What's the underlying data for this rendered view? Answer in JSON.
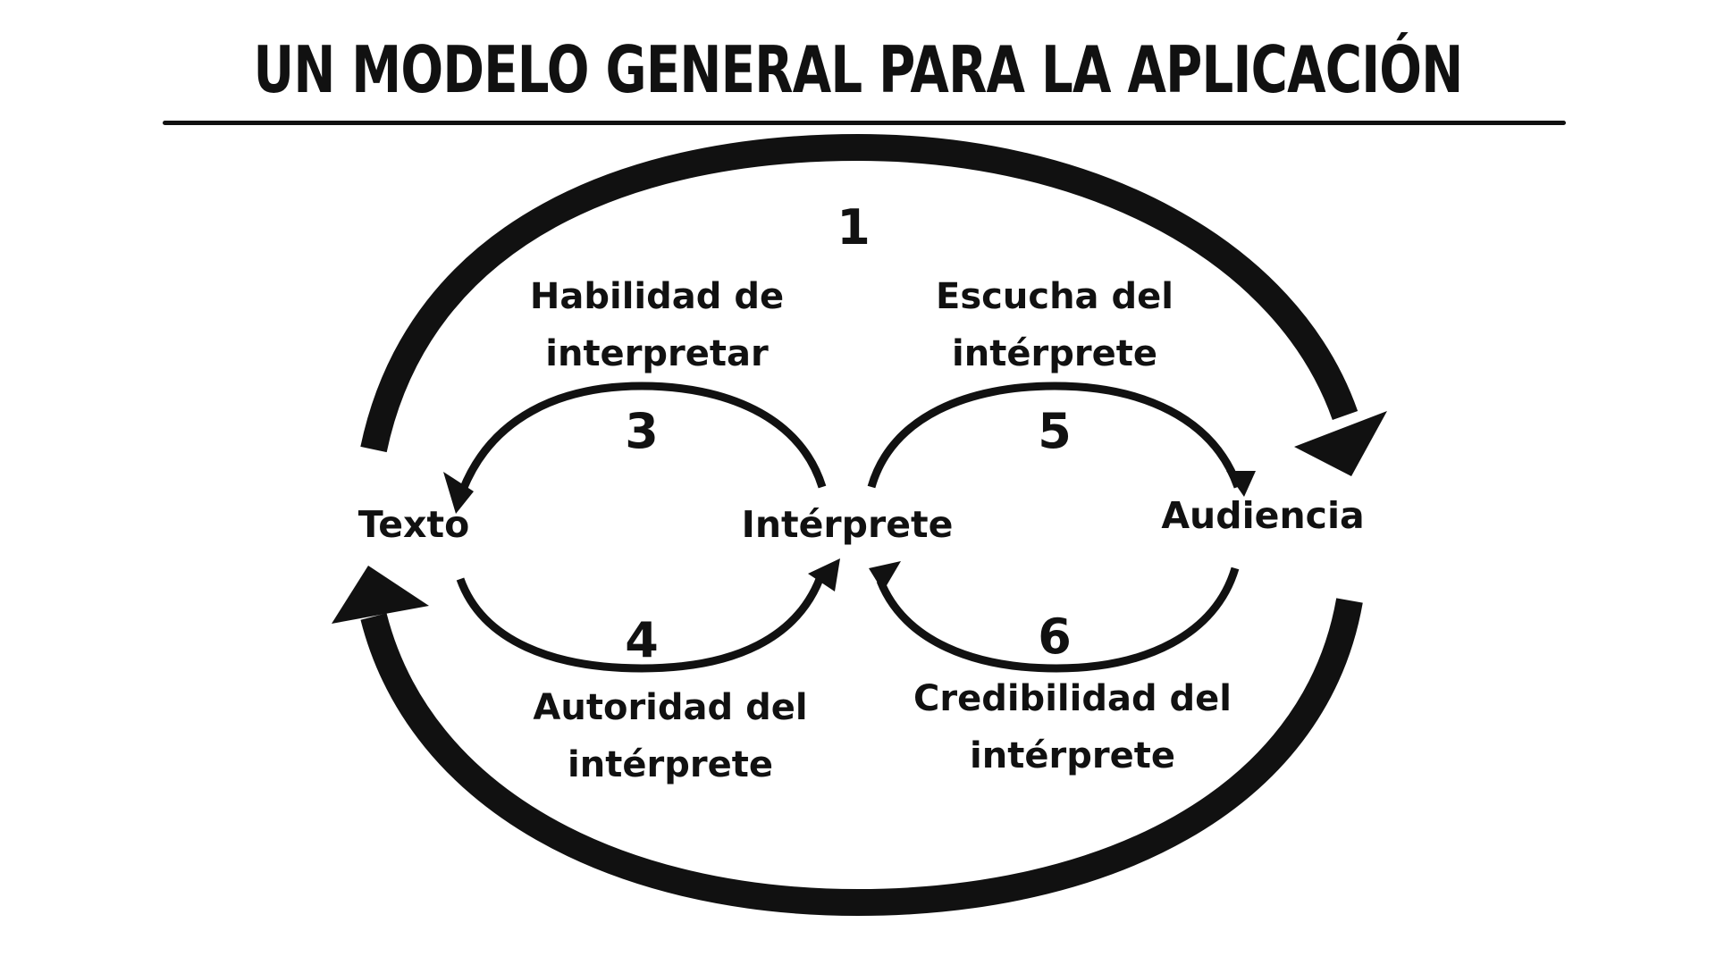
{
  "title": "UN MODELO GENERAL PARA LA APLICACIÓN",
  "nodes": {
    "texto": "Texto",
    "interprete": "Intérprete",
    "audiencia": "Audiencia"
  },
  "numbers": {
    "n1": "1",
    "n3": "3",
    "n4": "4",
    "n5": "5",
    "n6": "6"
  },
  "captions": {
    "c3_line1": "Habilidad de",
    "c3_line2": "interpretar",
    "c5_line1": "Escucha del",
    "c5_line2": "intérprete",
    "c4_line1": "Autoridad del",
    "c4_line2": "intérprete",
    "c6_line1": "Credibilidad del",
    "c6_line2": "intérprete"
  },
  "colors": {
    "ink": "#111111",
    "background": "#ffffff"
  }
}
